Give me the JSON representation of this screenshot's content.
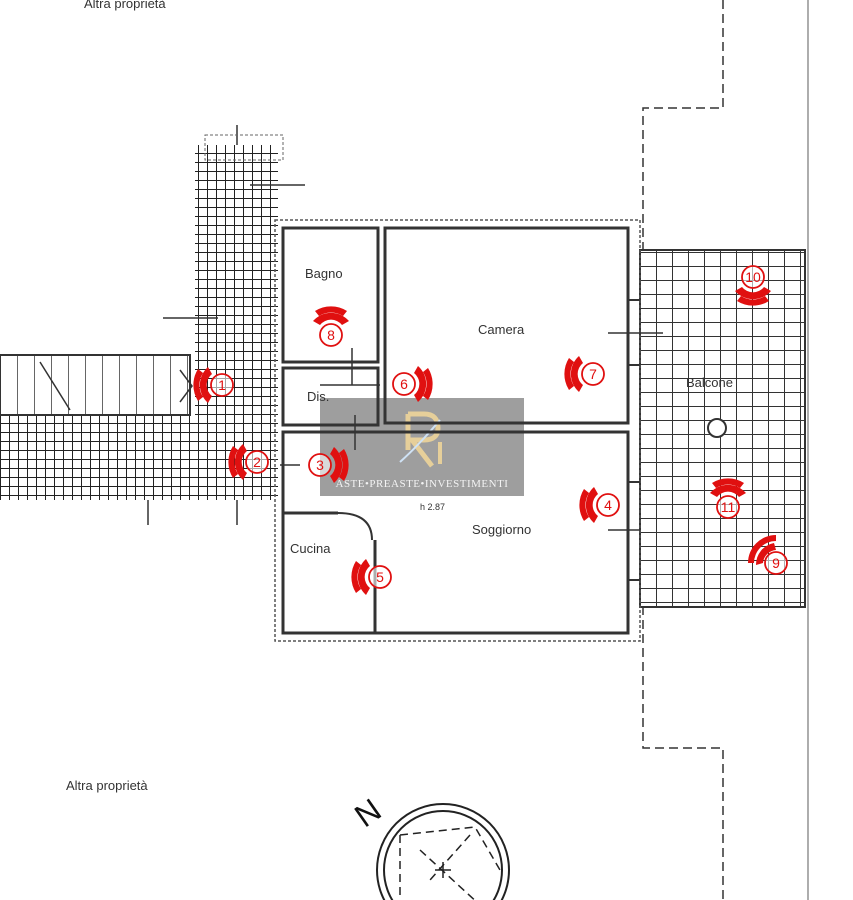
{
  "plan": {
    "labels": {
      "top_neighbor": "Altra proprietà",
      "bottom_neighbor": "Altra proprietà",
      "bagno": "Bagno",
      "camera": "Camera",
      "dis": "Dis.",
      "soggiorno": "Soggiorno",
      "cucina": "Cucina",
      "balcone": "Balcone",
      "height": "h 2.87",
      "north": "N"
    },
    "markers": [
      "1",
      "2",
      "3",
      "4",
      "5",
      "6",
      "7",
      "8",
      "9",
      "10",
      "11"
    ]
  },
  "watermark": {
    "logo": "RI",
    "text": "ASTE•PREASTE•INVESTIMENTI"
  },
  "colors": {
    "marker": "#e01010",
    "line": "#333333",
    "watermark_bg": "#787878",
    "logo_gold": "#e6cf9a"
  }
}
